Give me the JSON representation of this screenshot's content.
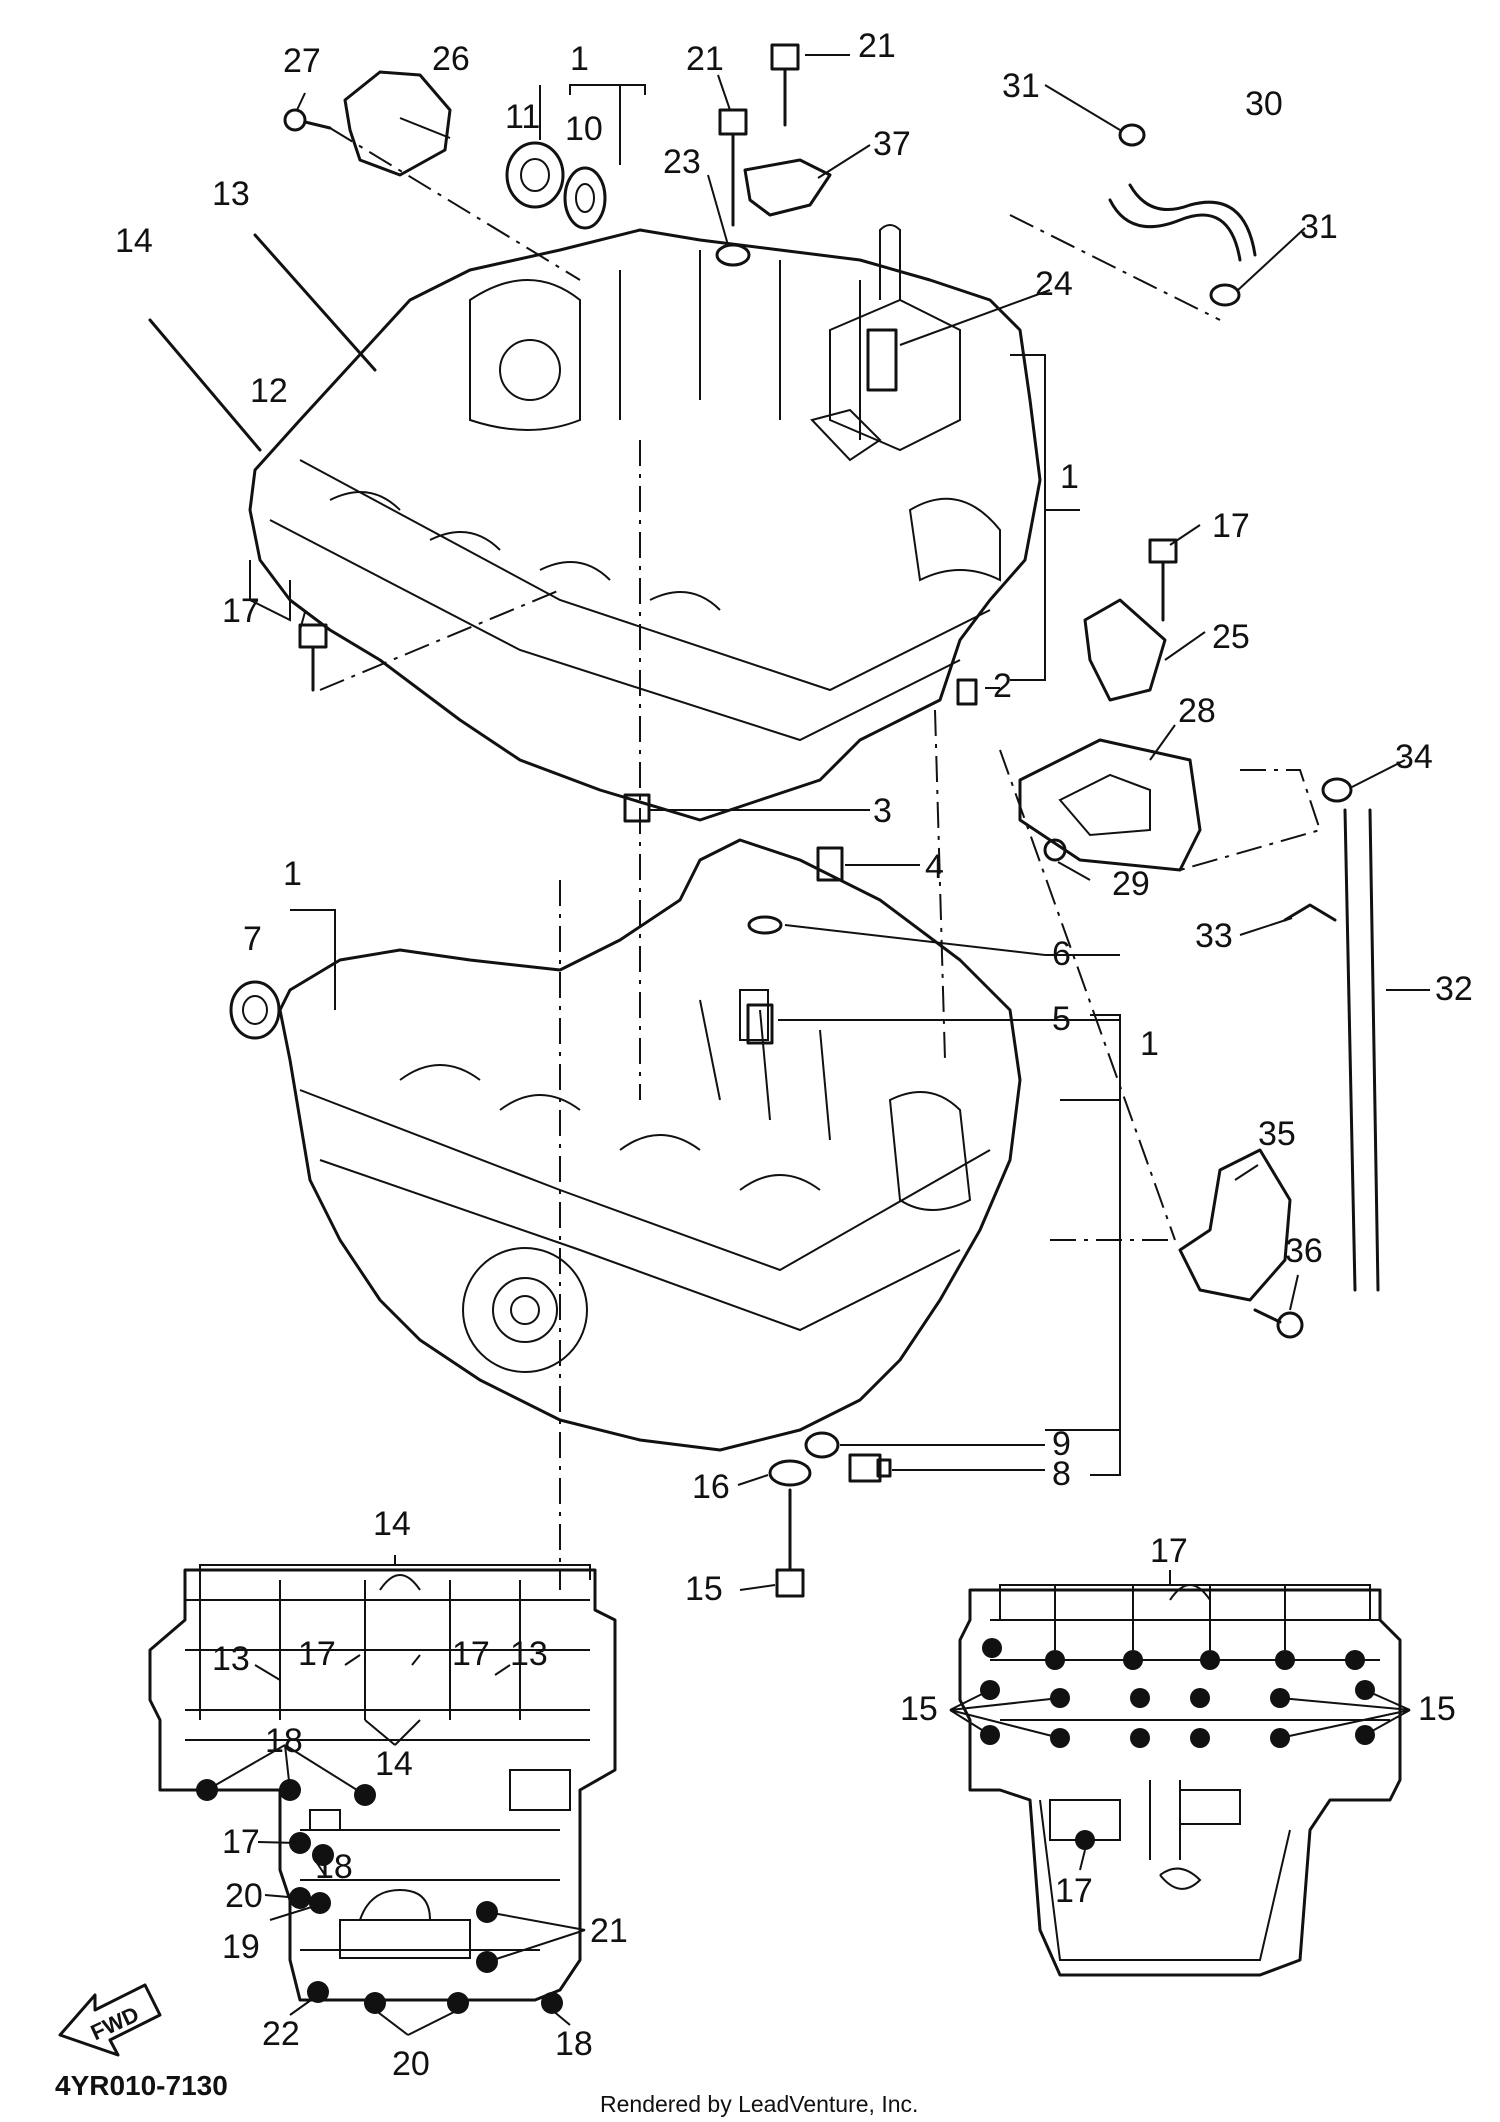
{
  "diagram": {
    "code": "4YR010-7130",
    "credit": "Rendered by LeadVenture, Inc.",
    "fwd_label": "FWD",
    "callouts": {
      "c27": "27",
      "c26": "26",
      "c1_top": "1",
      "c11": "11",
      "c10": "10",
      "c21_a": "21",
      "c21_b": "21",
      "c23": "23",
      "c37": "37",
      "c31_a": "31",
      "c30": "30",
      "c31_b": "31",
      "c24": "24",
      "c13": "13",
      "c14": "14",
      "c12": "12",
      "c1_right": "1",
      "c17_a": "17",
      "c17_b": "17",
      "c25": "25",
      "c2": "2",
      "c28": "28",
      "c34": "34",
      "c3": "3",
      "c29": "29",
      "c4": "4",
      "c1_lower": "1",
      "c7": "7",
      "c33": "33",
      "c32": "32",
      "c6": "6",
      "c5": "5",
      "c1_mid": "1",
      "c35": "35",
      "c36": "36",
      "c9": "9",
      "c8": "8",
      "c16": "16",
      "c15": "15"
    },
    "detail_left": {
      "c14_top": "14",
      "c13_l": "13",
      "c17_l": "17",
      "c17_r": "17",
      "c13_r": "13",
      "c18_top": "18",
      "c14_mid": "14",
      "c17_side": "17",
      "c18_side": "18",
      "c20_a": "20",
      "c19": "19",
      "c21": "21",
      "c22": "22",
      "c20_b": "20",
      "c18_bot": "18"
    },
    "detail_right": {
      "c17_top": "17",
      "c15_l": "15",
      "c15_r": "15",
      "c17_bot": "17"
    }
  }
}
